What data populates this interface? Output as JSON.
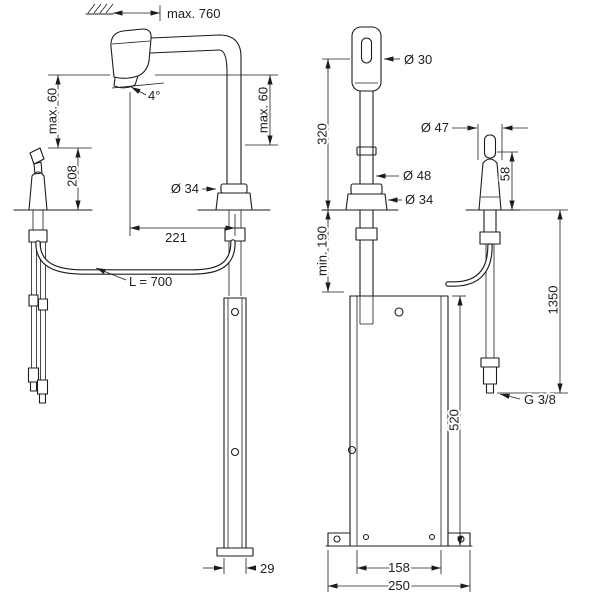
{
  "page": {
    "background": "#ffffff",
    "line_color": "#1d1d1b"
  },
  "drawing": {
    "views": {
      "side_view": {
        "dims": {
          "pullout": "max. 760",
          "counter_left": "max. 60",
          "handle_height": "208",
          "spout_angle": "4°",
          "base_dia": "Ø 34",
          "reach": "221",
          "hose_length": "L = 700",
          "counter_right": "max. 60",
          "rail_depth": "29"
        }
      },
      "front_view": {
        "dims": {
          "head_dia": "Ø 30",
          "spout_height": "320",
          "handle_dia": "Ø 47",
          "escutcheon_dia": "Ø 48",
          "handle_body_height": "58",
          "base_dia": "Ø 34",
          "min_clearance": "min. 190",
          "hose_total": "1350",
          "thread": "G 3/8",
          "box_height": "520",
          "box_inner_width": "158",
          "box_outer_width": "250"
        }
      }
    }
  }
}
